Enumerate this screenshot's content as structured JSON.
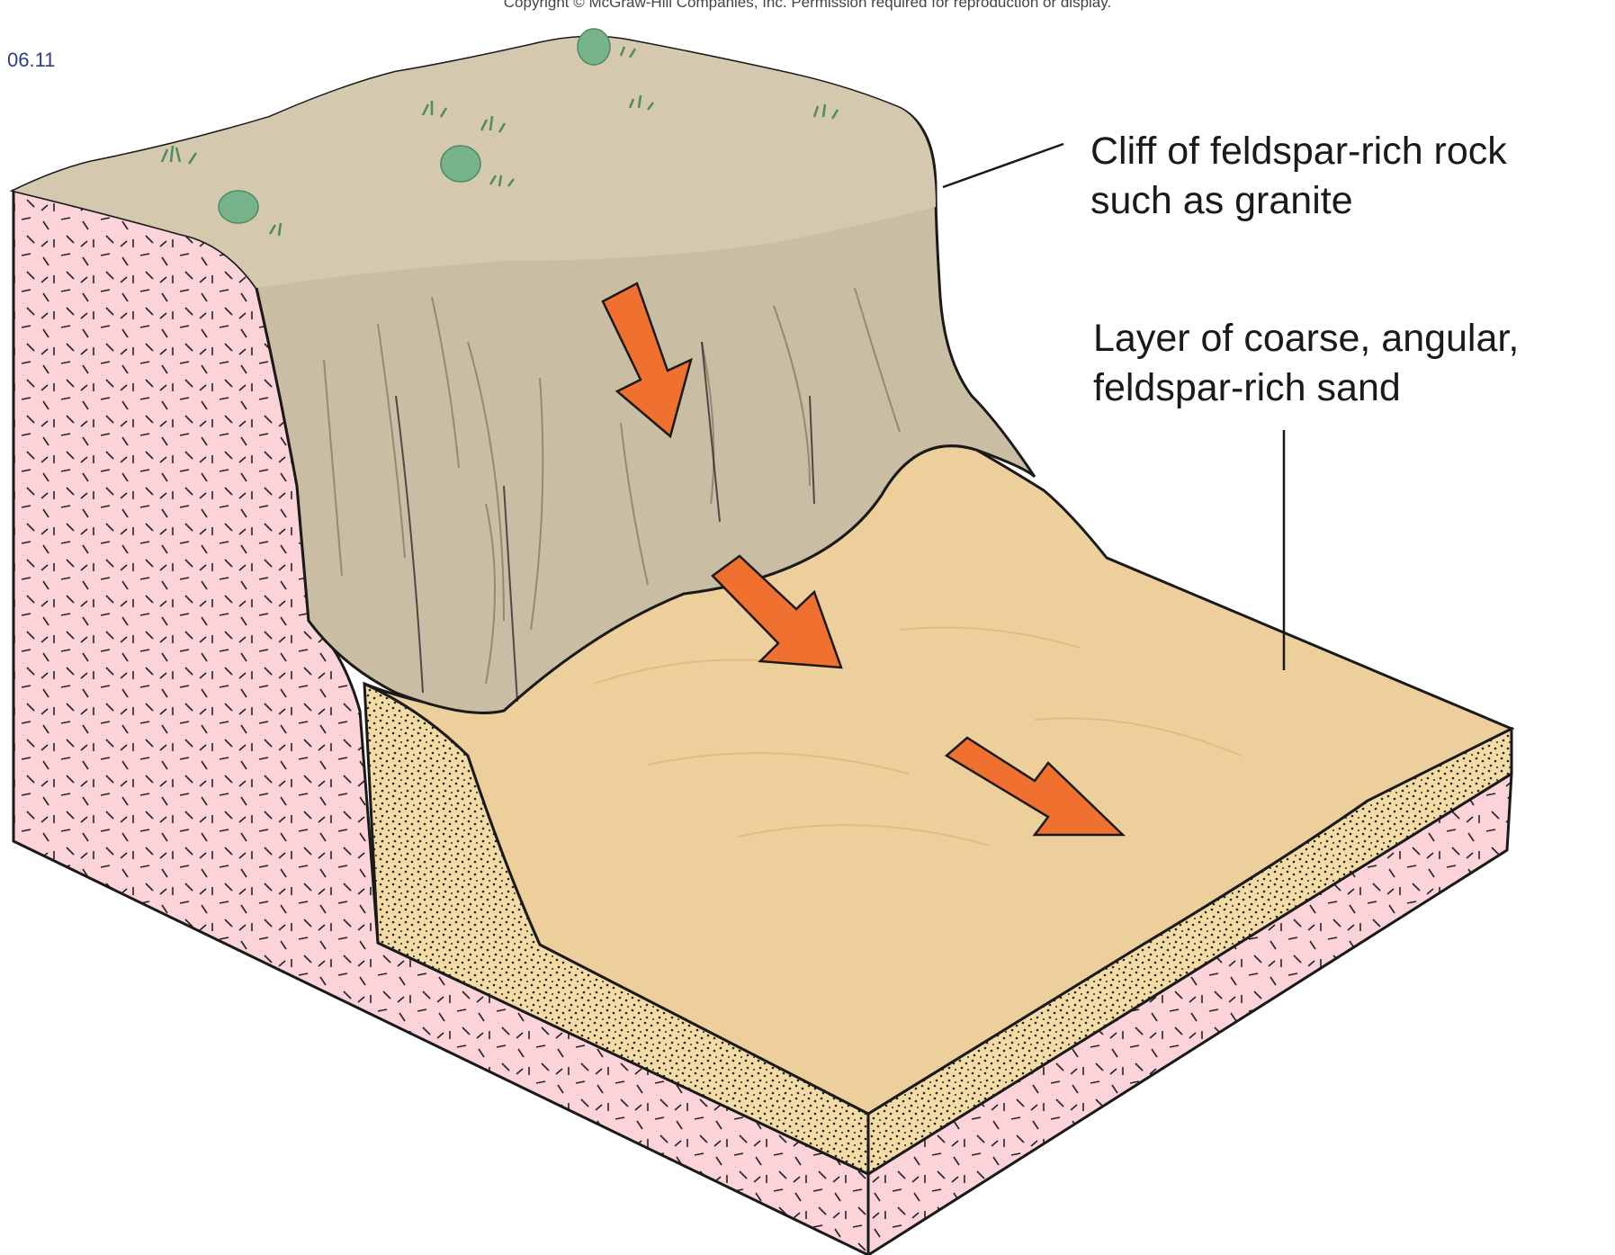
{
  "copyright": "Copyright © McGraw-Hill Companies, Inc. Permission required for reproduction or display.",
  "figure_id": "06.11",
  "labels": {
    "cliff": [
      "Cliff of feldspar-rich rock",
      "such as granite"
    ],
    "sand": [
      "Layer of coarse, angular,",
      "feldspar-rich sand"
    ]
  },
  "colors": {
    "granite": "#fbd3d8",
    "cliff_rock": "#c9bda3",
    "cliff_top": "#d4c8ae",
    "sand_surface": "#edcf9b",
    "sand_layer": "#f3dba6",
    "arrow": "#f07030",
    "vegetation": "#77b38a",
    "outline": "#1a1a1a"
  }
}
